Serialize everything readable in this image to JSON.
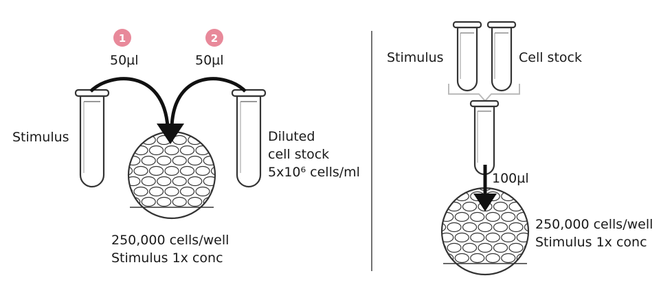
{
  "colors": {
    "step_badge": "#e8899a",
    "arrow": "#111111",
    "outline": "#333333",
    "bracket": "#bbbbbb",
    "tube_fill": "#ffffff"
  },
  "left_panel": {
    "step1": {
      "number": "1",
      "volume": "50µl"
    },
    "step2": {
      "number": "2",
      "volume": "50µl"
    },
    "stimulus_label": "Stimulus",
    "diluted_label": [
      "Diluted",
      "cell stock",
      "5x10⁶ cells/ml"
    ],
    "well_label": [
      "250,000 cells/well",
      "Stimulus 1x conc"
    ]
  },
  "right_panel": {
    "stimulus_label": "Stimulus",
    "cell_stock_label": "Cell stock",
    "volume": "100µl",
    "well_label": [
      "250,000 cells/well",
      "Stimulus 1x conc"
    ]
  }
}
